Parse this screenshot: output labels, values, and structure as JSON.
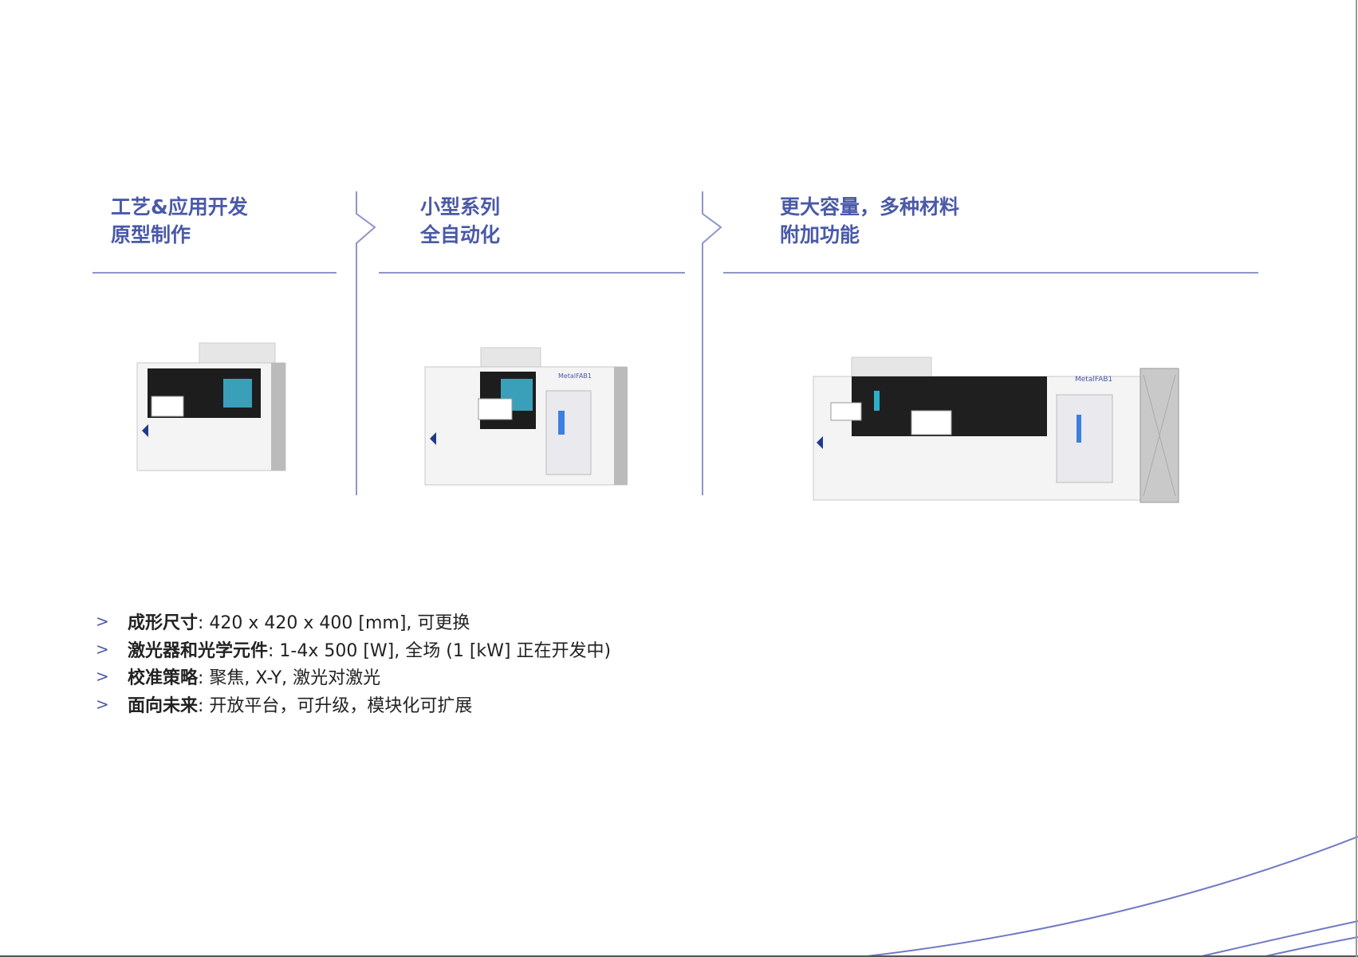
{
  "columns": [
    {
      "heading_line1": "工艺&应用开发",
      "heading_line2": "原型制作",
      "image": "small-metal-3d-printer"
    },
    {
      "heading_line1": "小型系列",
      "heading_line2": "全自动化",
      "image": "medium-metal-3d-printer",
      "brand_label": "MetalFAB1"
    },
    {
      "heading_line1": "更大容量，多种材料",
      "heading_line2": "附加功能",
      "image": "large-metal-3d-printer",
      "brand_label": "MetalFAB1"
    }
  ],
  "bullets": [
    {
      "label": "成形尺寸",
      "text": ": 420 x 420 x 400 [mm], 可更换"
    },
    {
      "label": "激光器和光学元件",
      "text": ": 1-4x 500 [W], 全场 (1 [kW] 正在开发中)"
    },
    {
      "label": "校准策略",
      "text": ": 聚焦, X-Y, 激光对激光"
    },
    {
      "label": "面向未来",
      "text": ": 开放平台，可升级，模块化可扩展"
    }
  ],
  "bullet_marker": ">",
  "colors": {
    "accent": "#4a5aa8",
    "rule": "#8e95c8",
    "text": "#222222"
  }
}
